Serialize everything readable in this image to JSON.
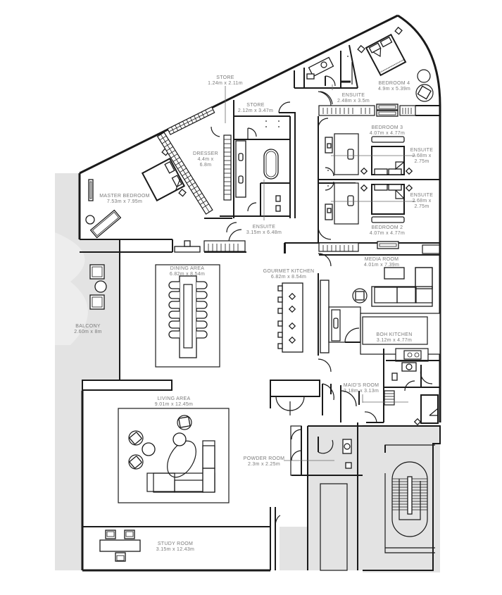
{
  "plan": {
    "background": "#ffffff",
    "wall_color": "#1a1a1a",
    "outdoor_fill": "#e3e3e3",
    "label_color": "#7a7a7a"
  },
  "rooms": {
    "store_small": {
      "name": "STORE",
      "size": "1.24m x 2.11m"
    },
    "store_large": {
      "name": "STORE",
      "size": "2.12m x 3.47m"
    },
    "dresser": {
      "name": "DRESSER",
      "size_line1": "4.4m x",
      "size_line2": "6.8m"
    },
    "master_bedroom": {
      "name": "MASTER BEDROOM",
      "size": "7.53m x 7.95m"
    },
    "master_ensuite": {
      "name": "ENSUITE",
      "size": "3.15m x 6.48m"
    },
    "bedroom4": {
      "name": "BEDROOM 4",
      "size": "4.9m x 5.39m"
    },
    "bedroom4_ensuite": {
      "name": "ENSUITE",
      "size": "2.48m x 3.5m"
    },
    "bedroom3": {
      "name": "BEDROOM 3",
      "size": "4.07m x 4.77m"
    },
    "bedroom3_ensuite": {
      "name": "ENSUITE",
      "size_line1": "2.68m x",
      "size_line2": "2.75m"
    },
    "bedroom2": {
      "name": "BEDROOM 2",
      "size": "4.07m x 4.77m"
    },
    "bedroom2_ensuite": {
      "name": "ENSUITE",
      "size_line1": "2.68m x",
      "size_line2": "2.75m"
    },
    "media_room": {
      "name": "MEDIA ROOM",
      "size": "4.01m x 7.39m"
    },
    "dining_area": {
      "name": "DINING AREA",
      "size": "6.82m x 8.54m"
    },
    "gourmet_kitchen": {
      "name": "GOURMET KITCHEN",
      "size": "6.82m x 8.54m"
    },
    "boh_kitchen": {
      "name": "BOH KITCHEN",
      "size": "3.12m x 4.77m"
    },
    "balcony": {
      "name": "BALCONY",
      "size": "2.60m x 8m"
    },
    "maids_room": {
      "name": "MAID'S ROOM",
      "size": "2.18m x 3.13m"
    },
    "living_area": {
      "name": "LIVING AREA",
      "size": "9.01m x 12.45m"
    },
    "powder_room": {
      "name": "POWDER ROOM",
      "size": "2.3m x 2.25m"
    },
    "study_room": {
      "name": "STUDY ROOM",
      "size": "3.15m x 12.43m"
    }
  },
  "icons": {
    "beds": "bed-icon",
    "chairs": "chair-icon",
    "doors": "door-swing-icon",
    "stairs": "staircase-icon",
    "wardrobes": "wardrobe-icon",
    "bathtub": "bathtub-icon"
  }
}
